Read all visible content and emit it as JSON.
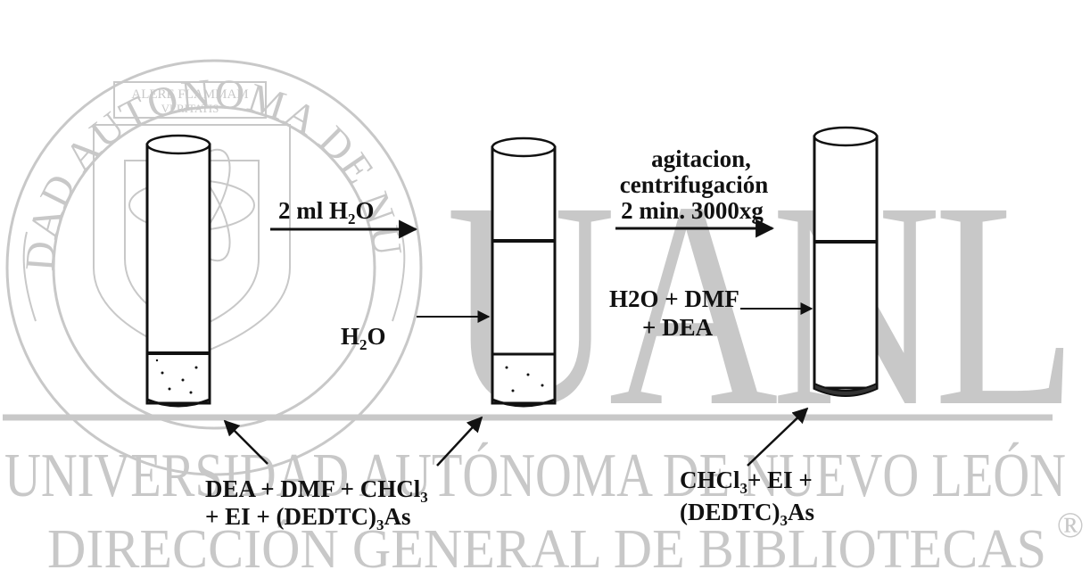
{
  "watermark": {
    "seal_text_top": "UNIVERSIDAD AUTONOMA DE NUEVO LEON",
    "seal_motto_1": "ALERE FLAMMAM",
    "seal_motto_2": "VERITATIS",
    "big_letters": "UANL",
    "line_1": "UNIVERSIDAD AUTÓNOMA DE NUEVO LEÓN",
    "registered": "®",
    "line_2": "DIRECCIÓN GENERAL DE BIBLIOTECAS",
    "color": "#c8c8c8"
  },
  "diagram": {
    "step1_label": "2 ml H",
    "step1_sub": "2",
    "step1_tail": "O",
    "step2_label_1": "agitacion,",
    "step2_label_2": "centrifugación",
    "step2_label_3": "2 min. 3000xg",
    "tube2_phase_label": "H",
    "tube2_phase_sub": "2",
    "tube2_phase_tail": "O",
    "tube3_phase_label_1": "H2O + DMF",
    "tube3_phase_label_2": "+ DEA",
    "tube12_bottom_label_1": "DEA + DMF + CHCl",
    "tube12_bottom_sub_1": "3",
    "tube12_bottom_label_2": "+ EI + (DEDTC)",
    "tube12_bottom_sub_2": "3",
    "tube12_bottom_tail_2": "As",
    "tube3_bottom_label_1": "CHCl",
    "tube3_bottom_sub_1": "3",
    "tube3_bottom_tail_1": "+ EI +",
    "tube3_bottom_label_2": "(DEDTC)",
    "tube3_bottom_sub_2": "3",
    "tube3_bottom_tail_2": "As",
    "ink": "#111111"
  }
}
